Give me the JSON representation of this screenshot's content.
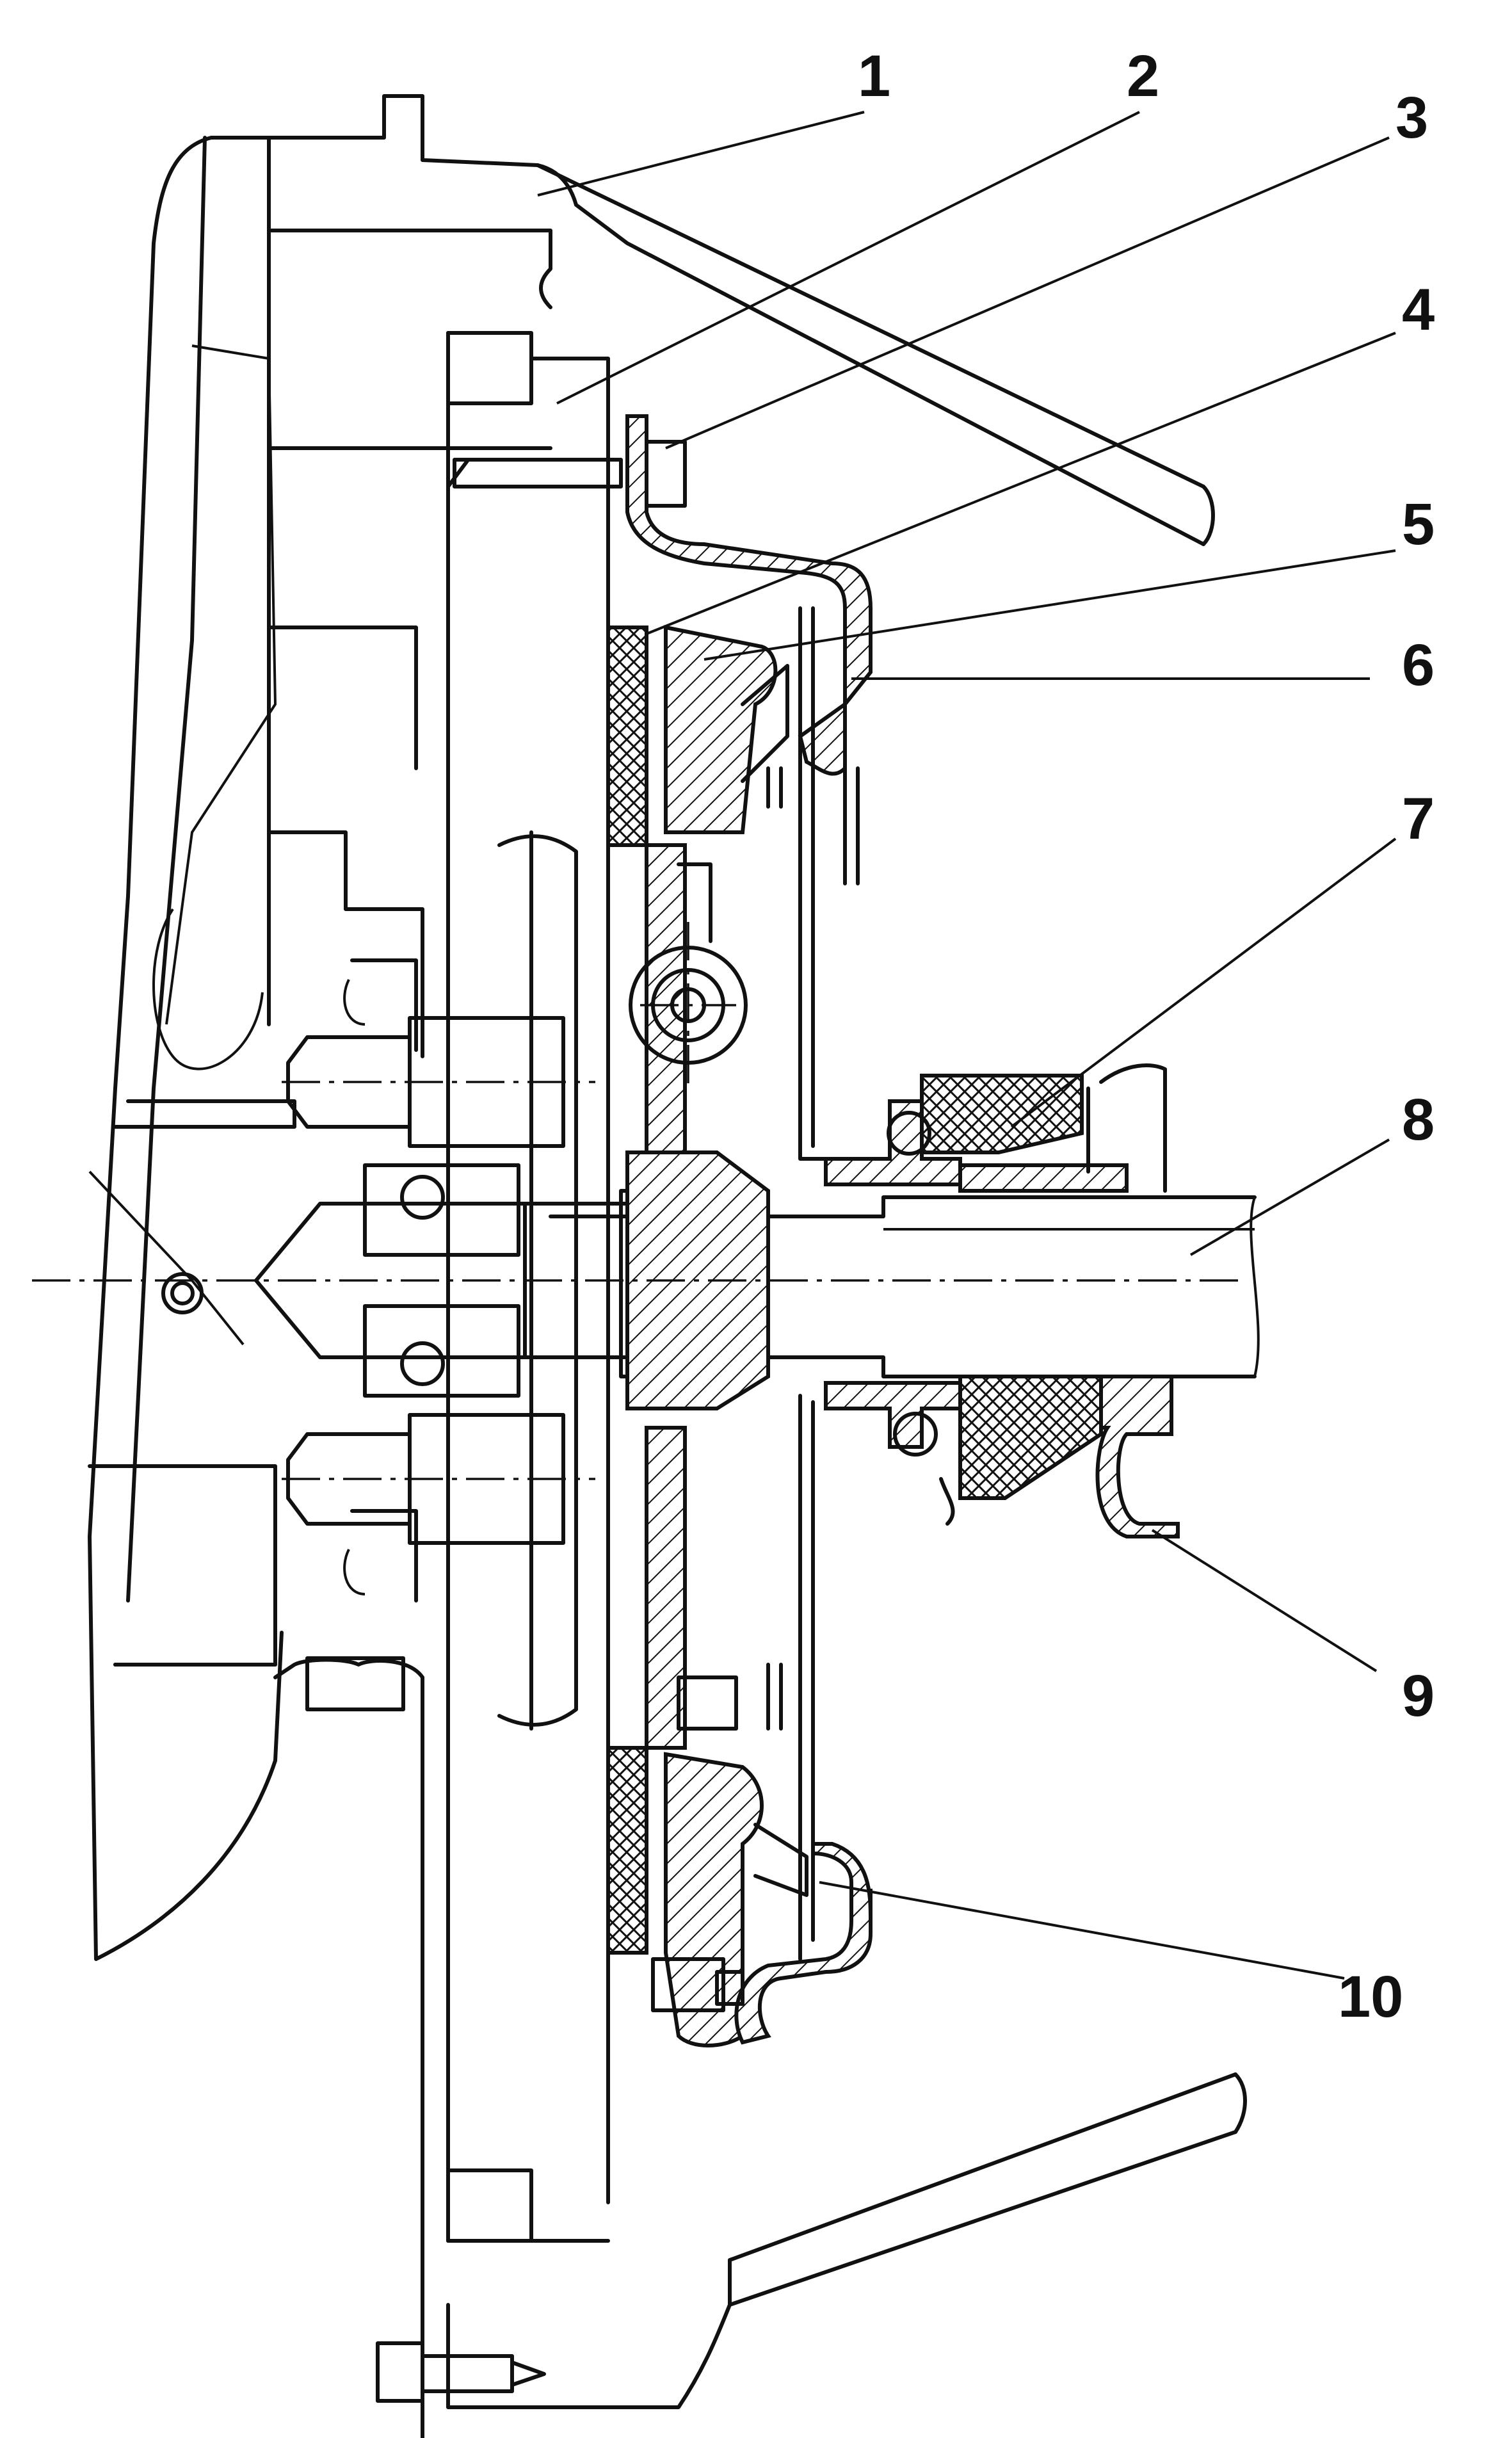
{
  "diagram": {
    "callouts": [
      {
        "id": 1,
        "label": "1"
      },
      {
        "id": 2,
        "label": "2"
      },
      {
        "id": 3,
        "label": "3"
      },
      {
        "id": 4,
        "label": "4"
      },
      {
        "id": 5,
        "label": "5"
      },
      {
        "id": 6,
        "label": "6"
      },
      {
        "id": 7,
        "label": "7"
      },
      {
        "id": 8,
        "label": "8"
      },
      {
        "id": 9,
        "label": "9"
      },
      {
        "id": 10,
        "label": "10"
      }
    ],
    "colors": {
      "ink": "#111111",
      "paper": "#ffffff"
    }
  }
}
